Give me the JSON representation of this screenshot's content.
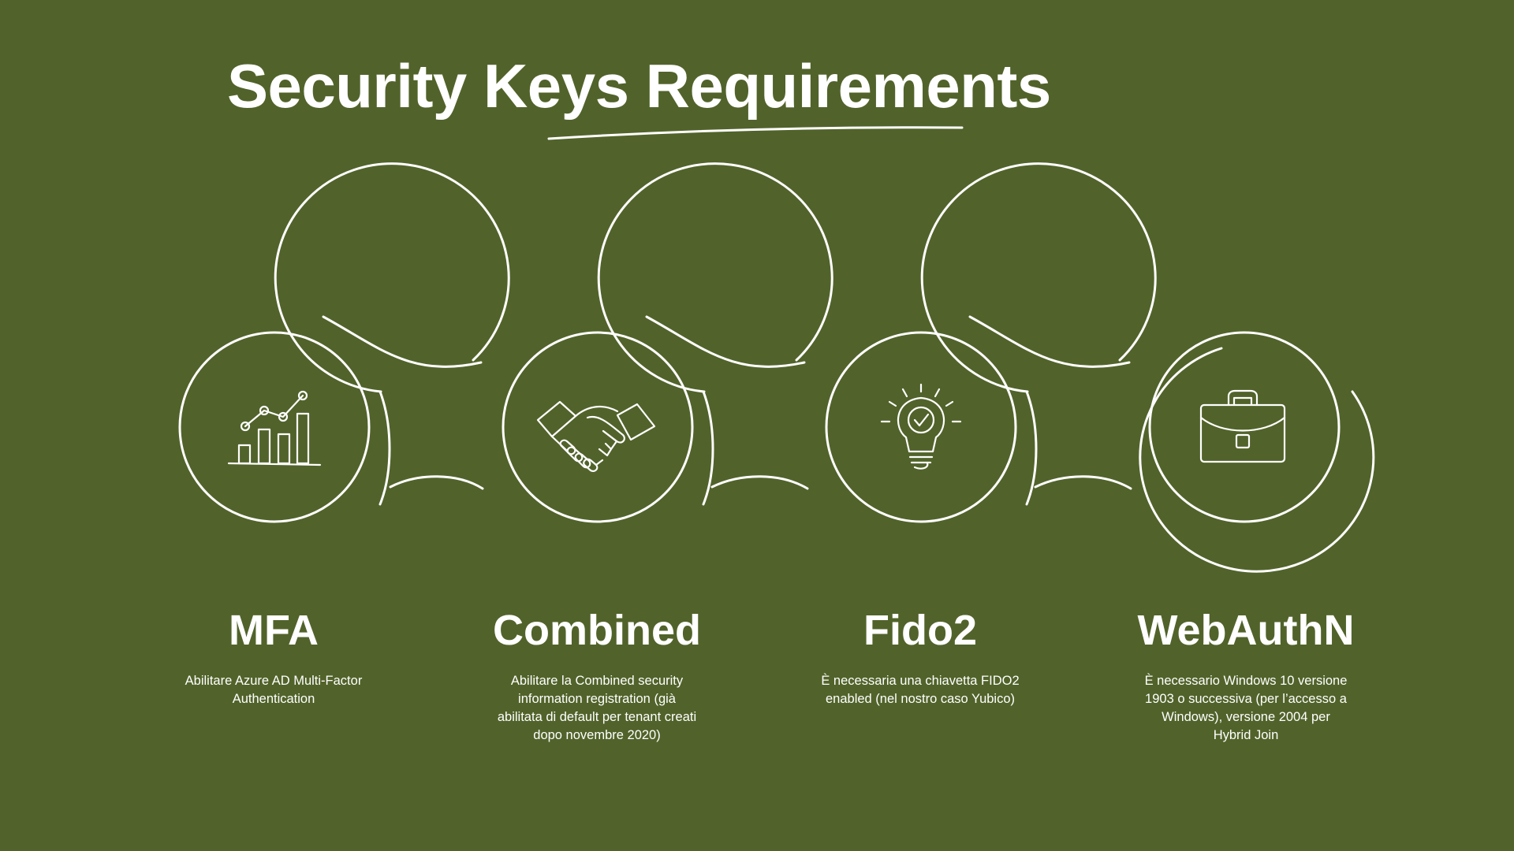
{
  "slide": {
    "title": "Security Keys Requirements",
    "background_color": "#51632A",
    "foreground_color": "#FFFFFF"
  },
  "steps": [
    {
      "heading": "MFA",
      "description": "Abilitare Azure AD Multi-Factor Authentication",
      "icon": "bar-chart-icon"
    },
    {
      "heading": "Combined",
      "description": "Abilitare la Combined security information registration (già abilitata di default per tenant creati dopo novembre 2020)",
      "icon": "handshake-icon"
    },
    {
      "heading": "Fido2",
      "description": "È necessaria una chiavetta FIDO2 enabled (nel nostro caso Yubico)",
      "icon": "lightbulb-icon"
    },
    {
      "heading": "WebAuthN",
      "description": "È necessario Windows 10 versione 1903 o successiva (per l’accesso a Windows), versione 2004 per Hybrid Join",
      "icon": "briefcase-icon"
    }
  ]
}
